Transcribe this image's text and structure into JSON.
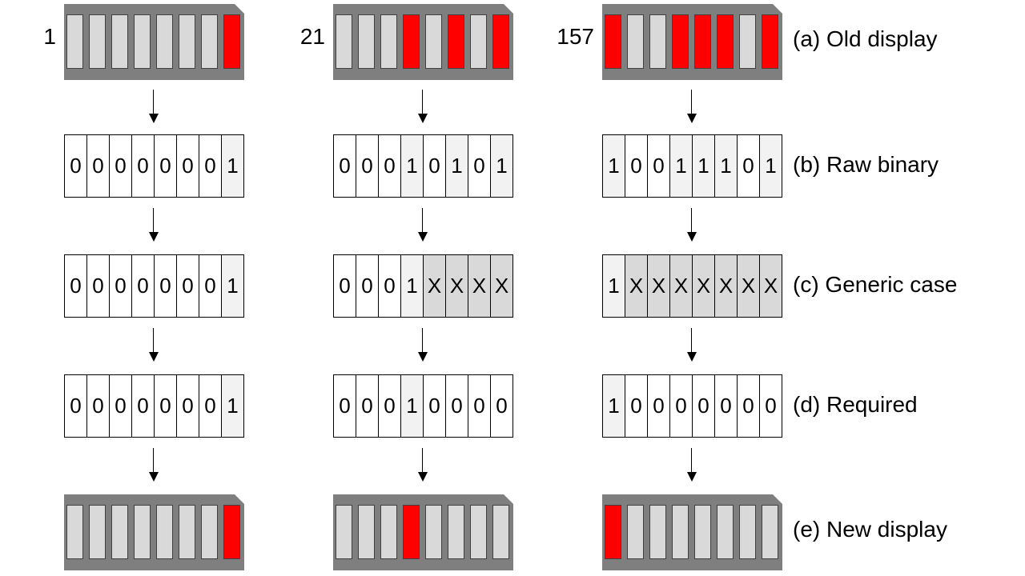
{
  "row_labels": [
    "(a) Old display",
    "(b) Raw binary",
    "(c) Generic case",
    "(d) Required",
    "(e) New display"
  ],
  "colors": {
    "on": "#ff0000",
    "off": "#d9d9d9",
    "frame": "#7f7f7f"
  },
  "columns": [
    {
      "number": "1",
      "old_display": [
        0,
        0,
        0,
        0,
        0,
        0,
        0,
        1
      ],
      "raw_binary": [
        "0",
        "0",
        "0",
        "0",
        "0",
        "0",
        "0",
        "1"
      ],
      "generic_case": [
        "0",
        "0",
        "0",
        "0",
        "0",
        "0",
        "0",
        "1"
      ],
      "required": [
        "0",
        "0",
        "0",
        "0",
        "0",
        "0",
        "0",
        "1"
      ],
      "new_display": [
        0,
        0,
        0,
        0,
        0,
        0,
        0,
        1
      ]
    },
    {
      "number": "21",
      "old_display": [
        0,
        0,
        0,
        1,
        0,
        1,
        0,
        1
      ],
      "raw_binary": [
        "0",
        "0",
        "0",
        "1",
        "0",
        "1",
        "0",
        "1"
      ],
      "generic_case": [
        "0",
        "0",
        "0",
        "1",
        "X",
        "X",
        "X",
        "X"
      ],
      "required": [
        "0",
        "0",
        "0",
        "1",
        "0",
        "0",
        "0",
        "0"
      ],
      "new_display": [
        0,
        0,
        0,
        1,
        0,
        0,
        0,
        0
      ]
    },
    {
      "number": "157",
      "old_display": [
        1,
        0,
        0,
        1,
        1,
        1,
        0,
        1
      ],
      "raw_binary": [
        "1",
        "0",
        "0",
        "1",
        "1",
        "1",
        "0",
        "1"
      ],
      "generic_case": [
        "1",
        "X",
        "X",
        "X",
        "X",
        "X",
        "X",
        "X"
      ],
      "required": [
        "1",
        "0",
        "0",
        "0",
        "0",
        "0",
        "0",
        "0"
      ],
      "new_display": [
        1,
        0,
        0,
        0,
        0,
        0,
        0,
        0
      ]
    }
  ]
}
